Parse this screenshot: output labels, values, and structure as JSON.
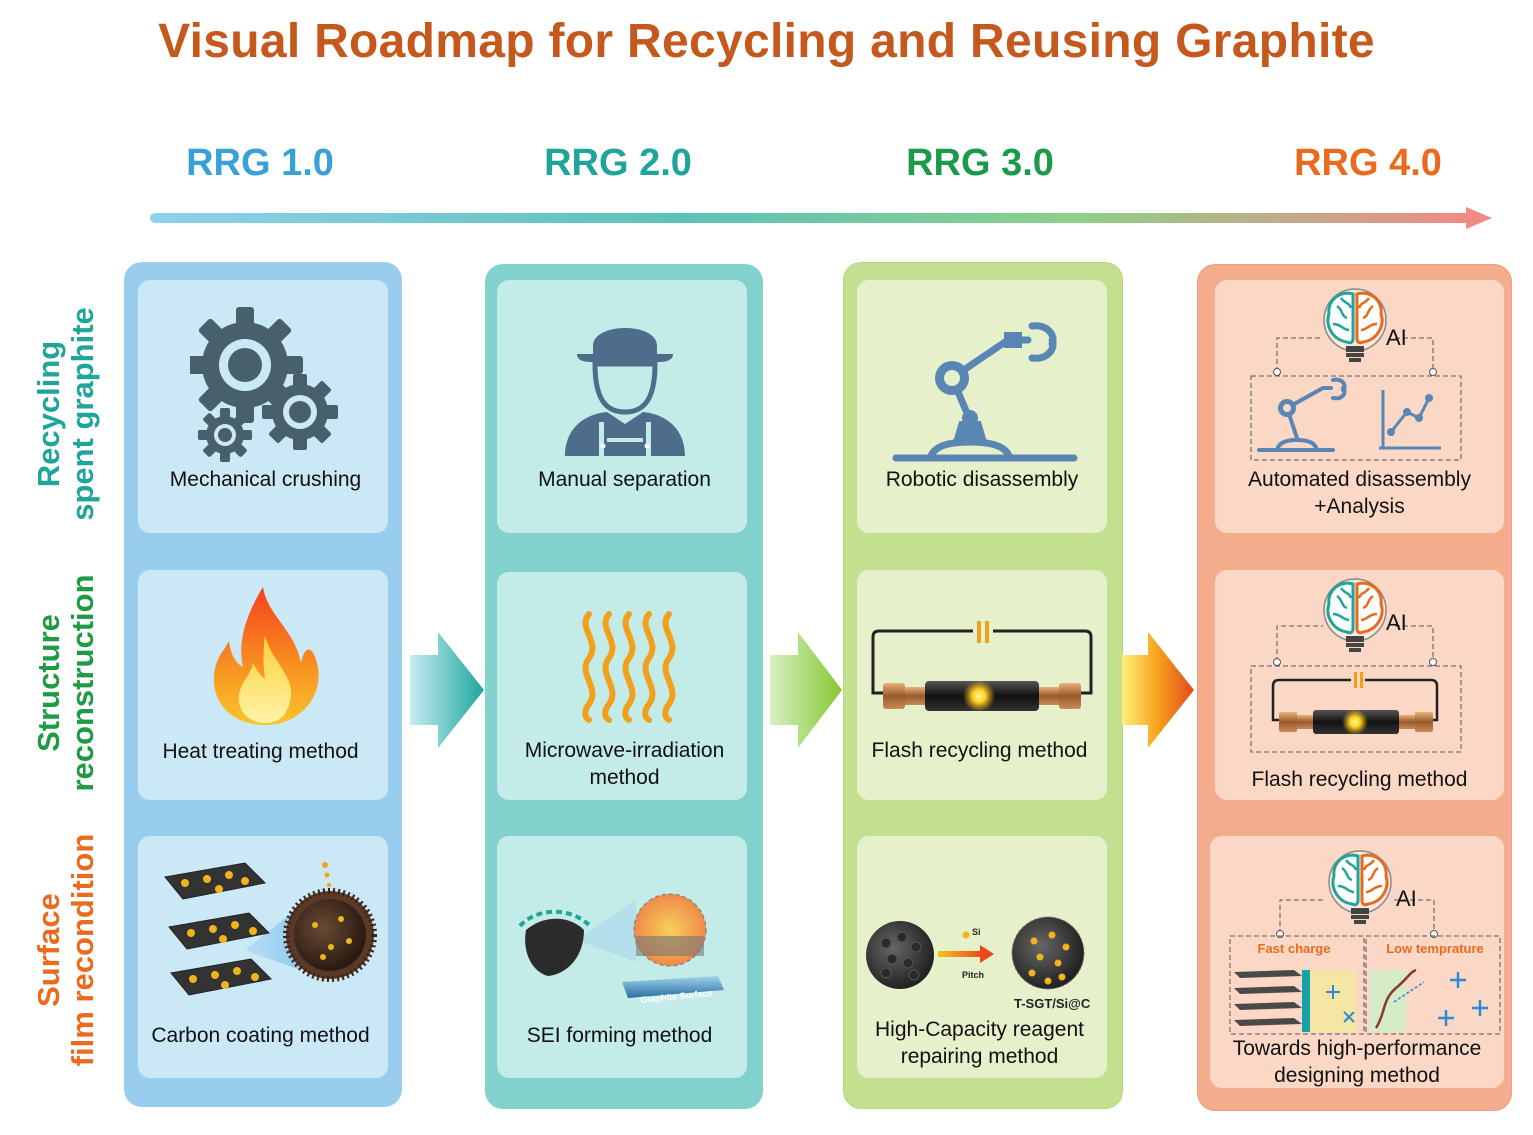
{
  "title": "Visual Roadmap for Recycling and Reusing Graphite",
  "generations": [
    {
      "label": "RRG 1.0",
      "color": "#3aa0d8"
    },
    {
      "label": "RRG 2.0",
      "color": "#1fa59a"
    },
    {
      "label": "RRG 3.0",
      "color": "#1a9a4a"
    },
    {
      "label": "RRG 4.0",
      "color": "#ea6a1e"
    }
  ],
  "rows": [
    {
      "line1": "Recycling",
      "line2": "spent graphite",
      "color": "#1fa59a"
    },
    {
      "line1": "Structure",
      "line2": "reconstruction",
      "color": "#1f9a45"
    },
    {
      "line1": "Surface",
      "line2": "film recondition",
      "color": "#ea6a1e"
    }
  ],
  "cells": {
    "rrg1": {
      "recycling": "Mechanical crushing",
      "structure": "Heat treating method",
      "surface": "Carbon coating method"
    },
    "rrg2": {
      "recycling": "Manual separation",
      "structure_line1": "Microwave-irradiation",
      "structure_line2": "method",
      "surface": "SEI forming method",
      "surface_tag": "Graphite Surface"
    },
    "rrg3": {
      "recycling": "Robotic disassembly",
      "structure": "Flash recycling method",
      "surface_line1": "High-Capacity reagent",
      "surface_line2": "repairing method",
      "surface_si": "Si",
      "surface_pitch": "Pitch",
      "surface_product": "T-SGT/Si@C"
    },
    "rrg4": {
      "ai": "AI",
      "recycling_line1": "Automated disassembly",
      "recycling_line2": "+Analysis",
      "structure": "Flash recycling method",
      "surface_line1": "Towards high-performance",
      "surface_line2": "designing  method",
      "fast_charge": "Fast charge",
      "low_temp": "Low temprature"
    }
  }
}
